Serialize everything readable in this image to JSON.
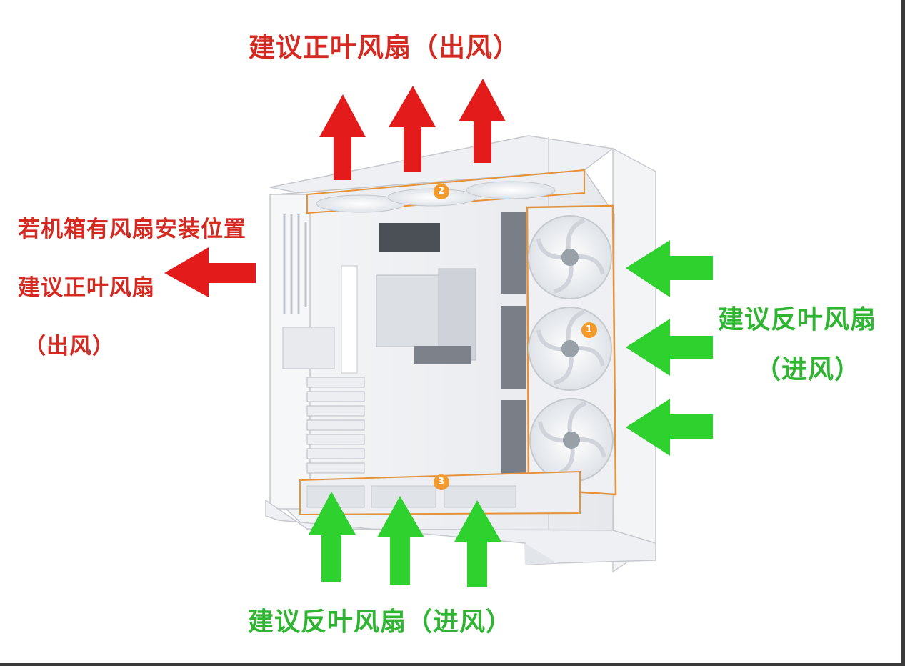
{
  "labels": {
    "top_exhaust": "建议正叶风扇（出风）",
    "rear_line1": "若机箱有风扇安装位置",
    "rear_line2": "建议正叶风扇",
    "rear_line3": "（出风）",
    "side_intake_line1": "建议反叶风扇",
    "side_intake_line2": "（进风）",
    "bottom_intake": "建议反叶风扇（进风）"
  },
  "badges": {
    "side": "1",
    "top": "2",
    "bottom": "3"
  },
  "colors": {
    "exhaust": "#e31b1b",
    "intake": "#2fd12f",
    "exhaust_text": "#d42a22",
    "intake_text": "#2fb531",
    "badge": "#f29a2e",
    "outline": "#e6923a"
  },
  "icons": {
    "exhaust_arrow": "arrow-up/left red",
    "intake_arrow": "arrow-up/left green",
    "fan": "fan-icon"
  }
}
